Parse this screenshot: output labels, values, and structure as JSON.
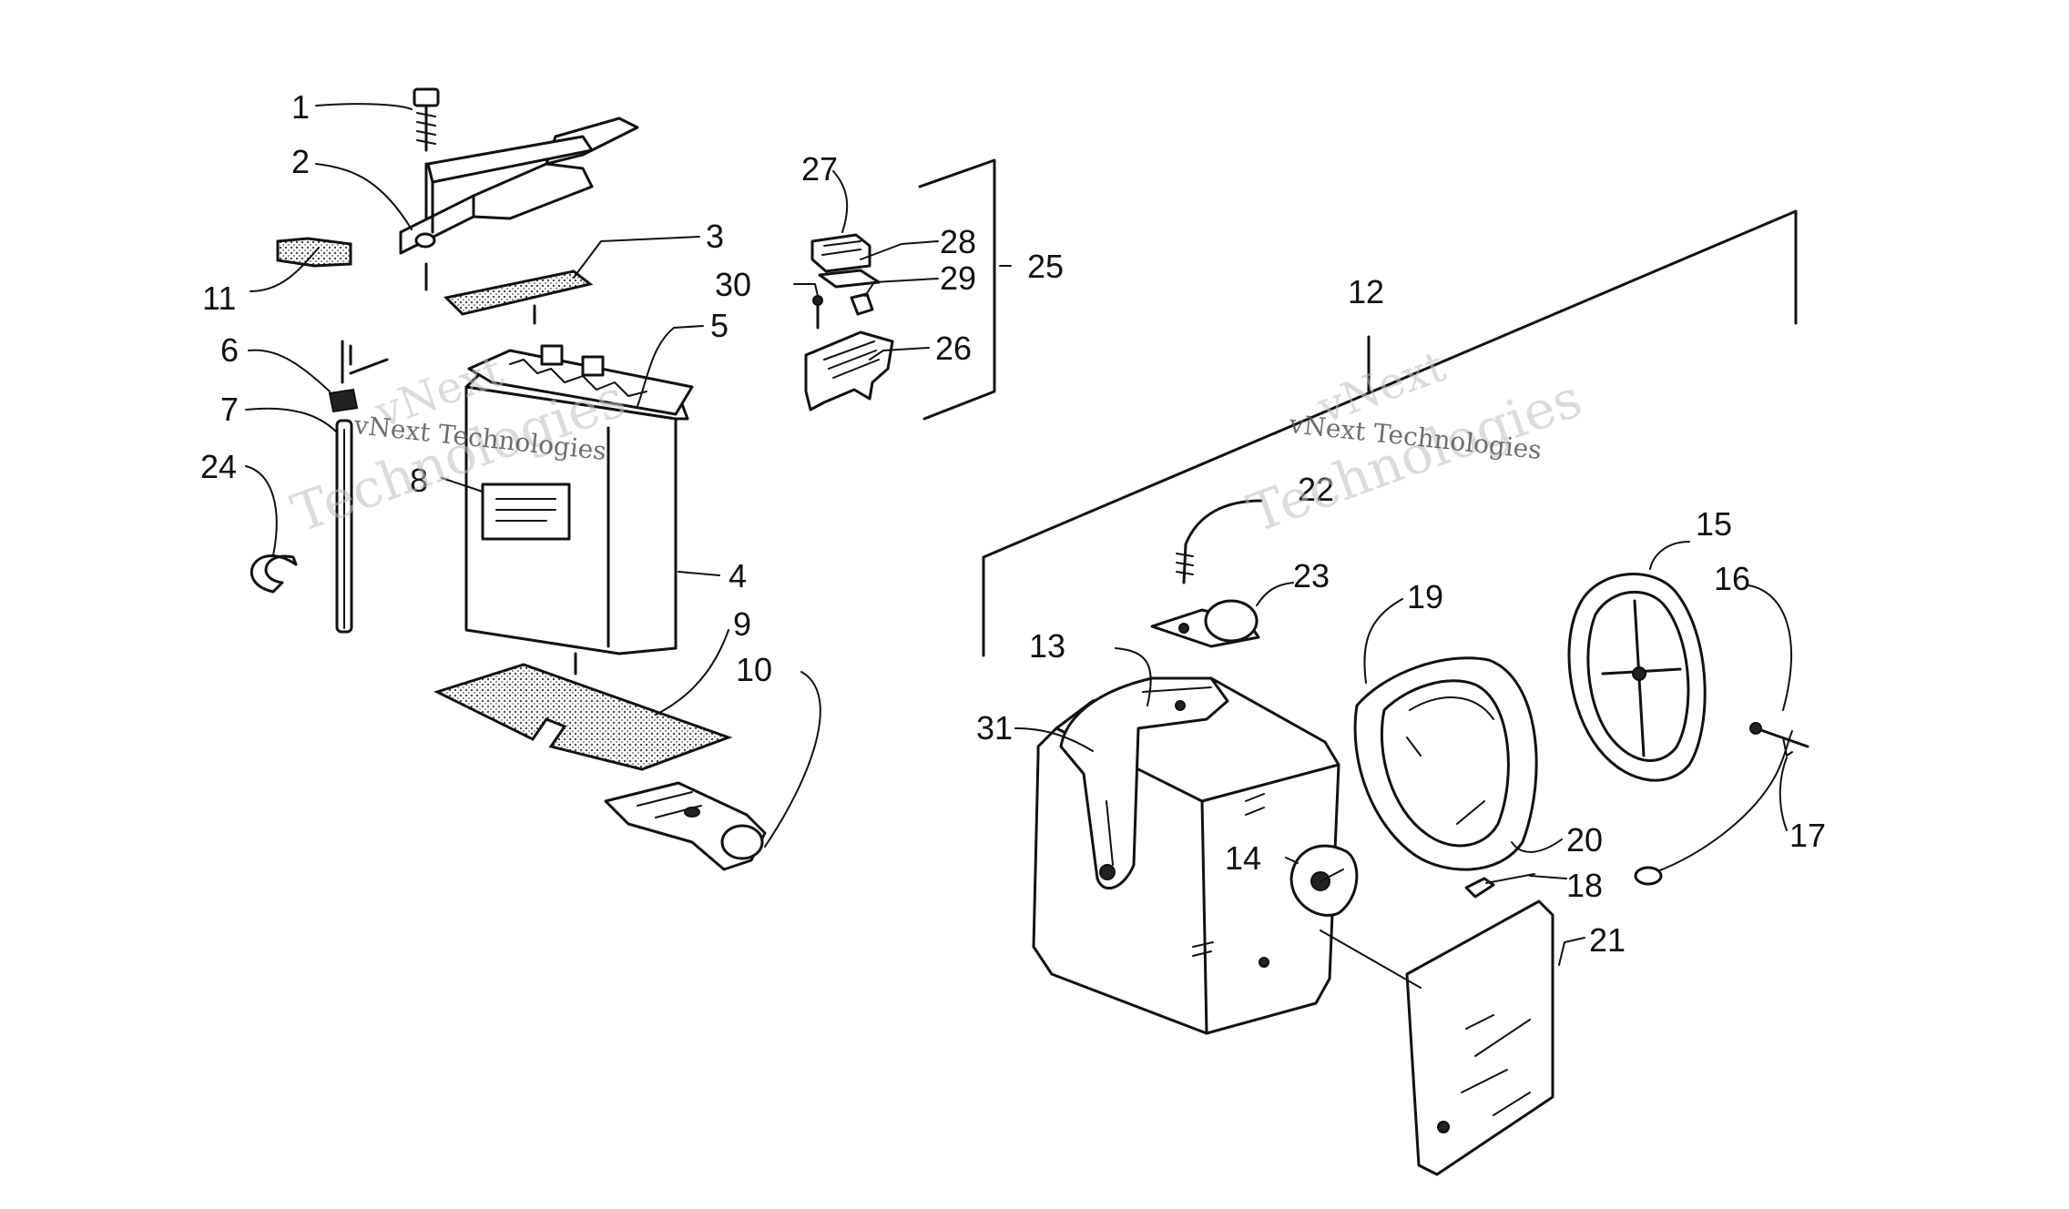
{
  "watermark": {
    "line1": "vNext",
    "line2": "Technologies",
    "inline": "vNext Technologies"
  },
  "callouts": {
    "c1": "1",
    "c2": "2",
    "c3": "3",
    "c4": "4",
    "c5": "5",
    "c6": "6",
    "c7": "7",
    "c8": "8",
    "c9": "9",
    "c10": "10",
    "c11": "11",
    "c12": "12",
    "c13": "13",
    "c14": "14",
    "c15": "15",
    "c16": "16",
    "c17": "17",
    "c18": "18",
    "c19": "19",
    "c20": "20",
    "c21": "21",
    "c22": "22",
    "c23": "23",
    "c24": "24",
    "c25": "25",
    "c26": "26",
    "c27": "27",
    "c28": "28",
    "c29": "29",
    "c30": "30",
    "c31": "31"
  }
}
